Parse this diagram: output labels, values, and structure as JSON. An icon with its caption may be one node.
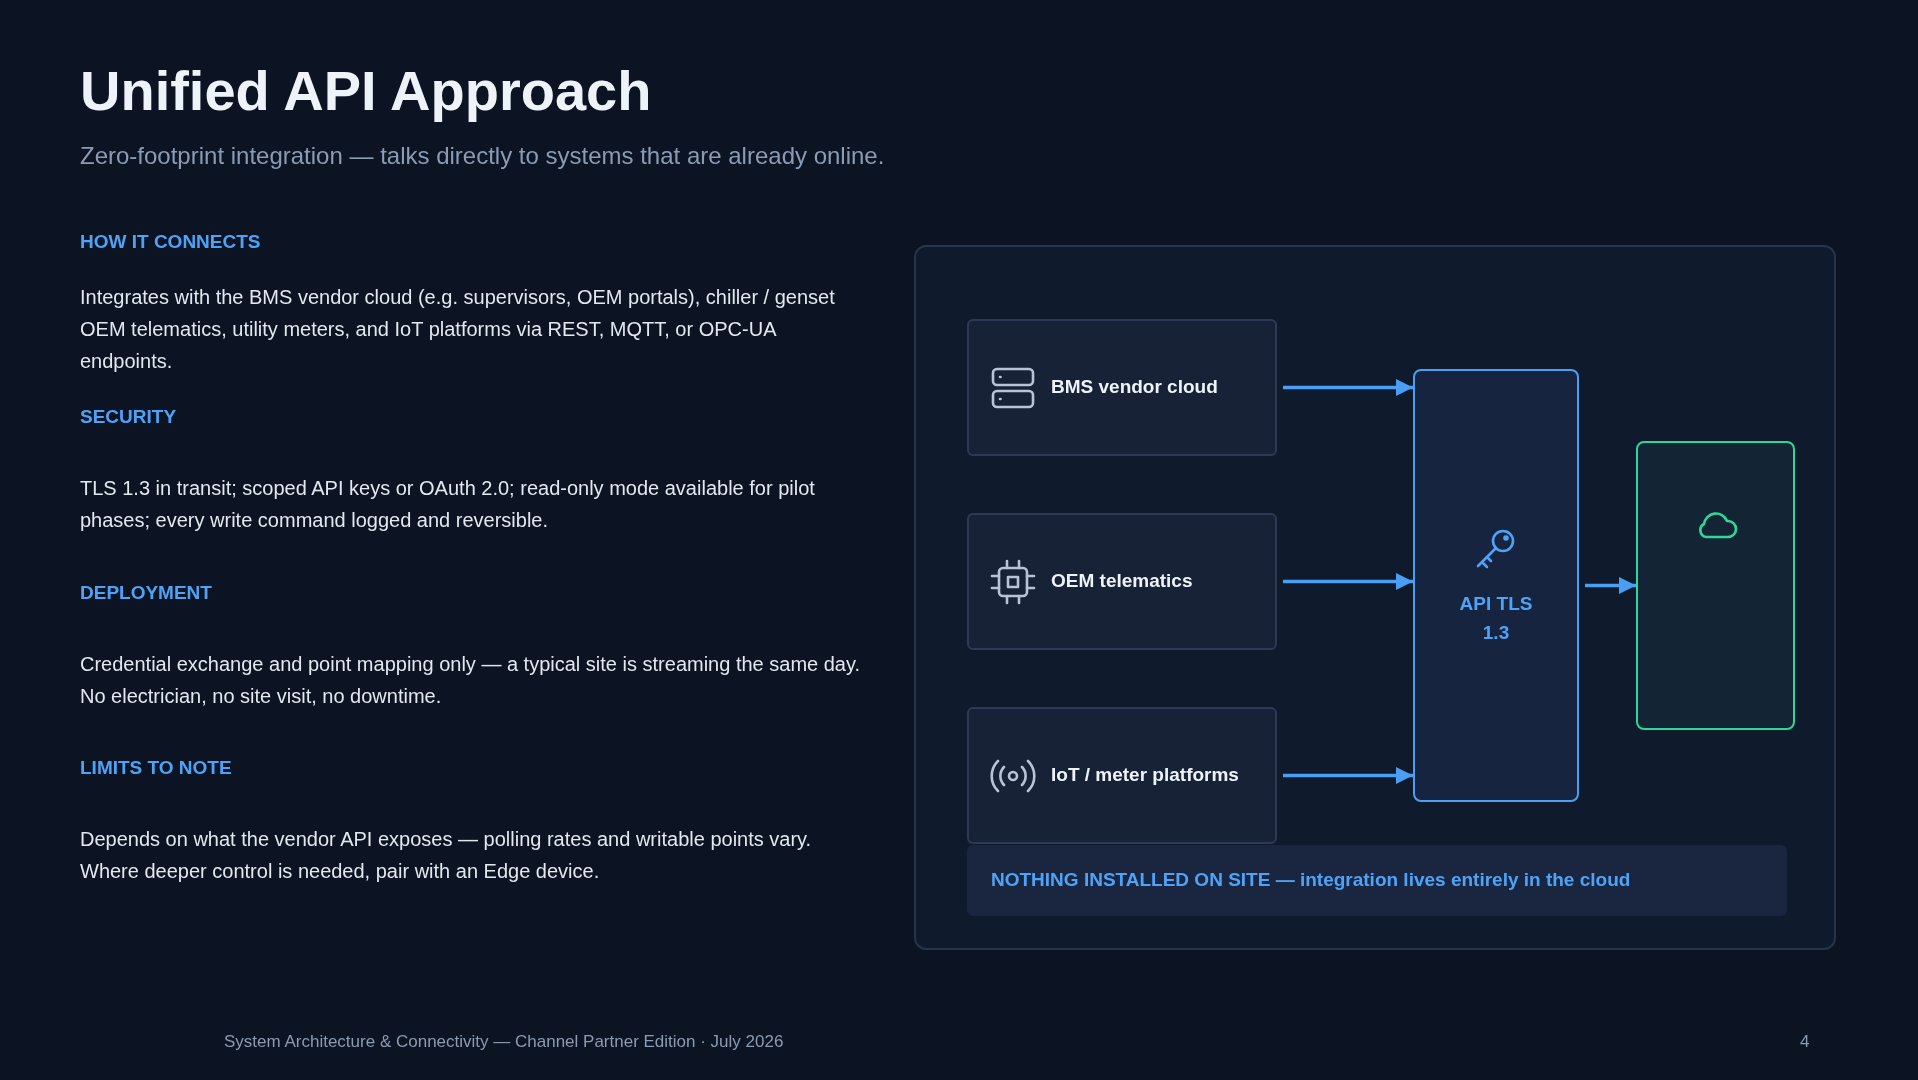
{
  "diagram": {
    "title": "Unified API Approach",
    "nodes": [
      {
        "text": [],
        "shape": "box"
      },
      {
        "text": [
          "BMS vendor cloud"
        ],
        "in": 0
      },
      {
        "text": [
          "OEM telematics"
        ],
        "in": 0
      },
      {
        "text": [
          "IoT / meter platforms"
        ],
        "in": 0
      },
      {
        "text": [
          "API TLS 1.3"
        ],
        "in": 0
      },
      {
        "text": [],
        "shape": "box",
        "in": 0
      },
      {
        "text": [
          "NOTHING INSTALLED ON SITE — integration lives entirely in the cloud"
        ],
        "in": 0
      }
    ],
    "edges": [
      {
        "from": 1,
        "to": 4,
        "arrow": "to"
      },
      {
        "from": 2,
        "to": 4,
        "arrow": "to"
      },
      {
        "from": 3,
        "to": 4,
        "arrow": "to"
      },
      {
        "from": 4,
        "to": 5,
        "arrow": "to"
      }
    ],
    "labels": [
      "Zero-footprint integration — talks directly to systems that are already online.",
      "HOW IT CONNECTS",
      "Integrates with the BMS vendor cloud (e.g. supervisors, OEM portals), chiller / genset OEM telematics, utility meters, and IoT platforms via REST, MQTT, or OPC-UA endpoints.",
      "SECURITY",
      "TLS 1.3 in transit; scoped API keys or OAuth 2.0; read-only mode available for pilot phases; every write command logged and reversible.",
      "DEPLOYMENT",
      "Credential exchange and point mapping only — a typical site is streaming the same day. No electrician, no site visit, no downtime.",
      "LIMITS TO NOTE",
      "Depends on what the vendor API exposes — polling rates and writable points vary. Where deeper control is needed, pair with an Edge device.",
      "System Architecture & Connectivity — Channel Partner Edition · July 2026",
      "4"
    ]
  }
}
